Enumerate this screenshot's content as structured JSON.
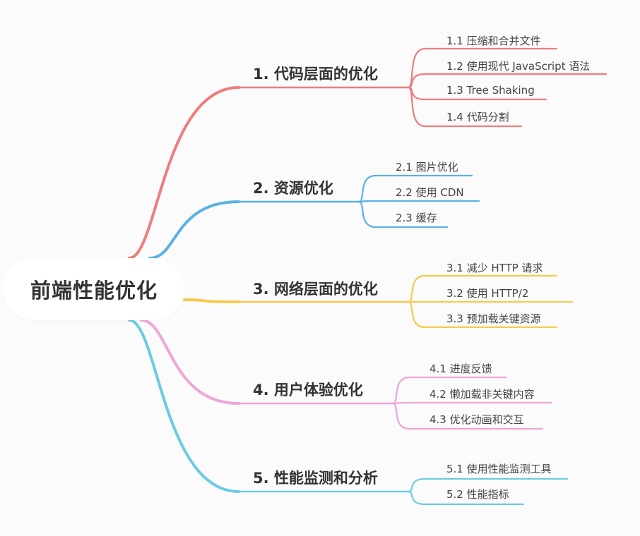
{
  "root": {
    "title": "前端性能优化"
  },
  "branches": [
    {
      "title": "1. 代码层面的优化",
      "color": "#f07c7c",
      "items": [
        "1.1 压缩和合并文件",
        "1.2 使用现代 JavaScript 语法",
        "1.3 Tree Shaking",
        "1.4 代码分割"
      ]
    },
    {
      "title": "2. 资源优化",
      "color": "#5ab1e6",
      "items": [
        "2.1 图片优化",
        "2.2 使用 CDN",
        "2.3 缓存"
      ]
    },
    {
      "title": "3. 网络层面的优化",
      "color": "#f7c94c",
      "items": [
        "3.1 减少 HTTP 请求",
        "3.2 使用 HTTP/2",
        "3.3 预加载关键资源"
      ]
    },
    {
      "title": "4. 用户体验优化",
      "color": "#eea6d6",
      "items": [
        "4.1 进度反馈",
        "4.2 懒加载非关键内容",
        "4.3 优化动画和交互"
      ]
    },
    {
      "title": "5. 性能监测和分析",
      "color": "#6ccbe3",
      "items": [
        "5.1 使用性能监测工具",
        "5.2 性能指标"
      ]
    }
  ]
}
